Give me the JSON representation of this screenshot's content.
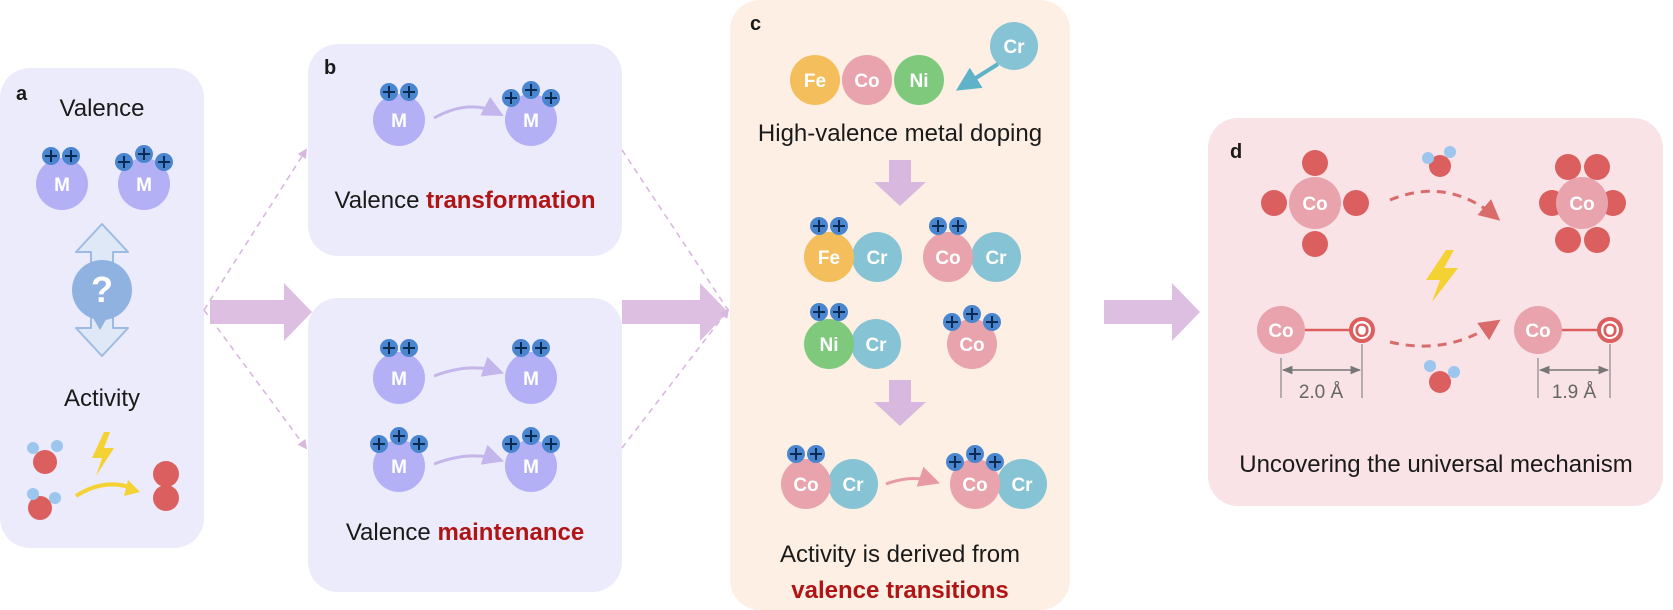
{
  "colors": {
    "panel_a_bg": "#ecebfb",
    "panel_b_bg": "#ecebfb",
    "panel_c_bg": "#fdefe4",
    "panel_d_bg": "#f9e3e6",
    "metal_M": "#b3b0f6",
    "charge": "#4a86cf",
    "Fe": "#f4be5d",
    "Co": "#e8a3ad",
    "Ni": "#7fc97d",
    "Cr": "#86c3d4",
    "O": "#dc5f5f",
    "H": "#9cc6ee",
    "highlight_text": "#b01515",
    "big_arrow": "#d8b8de",
    "lightning": "#f4d233"
  },
  "icons": [
    "question-icon",
    "lightning-icon",
    "arrow-icon"
  ],
  "panel_a": {
    "label": "a",
    "valence_title": "Valence",
    "activity_title": "Activity",
    "metal_label": "M",
    "question_mark": "?"
  },
  "panel_b": {
    "label": "b",
    "metal_label": "M",
    "transformation_text": "Valence ",
    "transformation_highlight": "transformation",
    "maintenance_text": "Valence ",
    "maintenance_highlight": "maintenance"
  },
  "panel_c": {
    "label": "c",
    "elements": [
      "Fe",
      "Co",
      "Ni"
    ],
    "dopant": "Cr",
    "doping_title": "High-valence metal doping",
    "pairs": [
      {
        "a": "Fe",
        "b": "Cr"
      },
      {
        "a": "Co",
        "b": "Cr"
      },
      {
        "a": "Ni",
        "b": "Cr"
      },
      {
        "a": "Co"
      }
    ],
    "transition": {
      "from_a": "Co",
      "from_b": "Cr",
      "to_a": "Co",
      "to_b": "Cr"
    },
    "activity_line1": "Activity is derived from",
    "activity_highlight": "valence transitions"
  },
  "panel_d": {
    "label": "d",
    "center_atom": "Co",
    "oxygen": "O",
    "bond_before": "2.0 Å",
    "bond_after": "1.9 Å",
    "conclusion": "Uncovering the universal mechanism"
  }
}
